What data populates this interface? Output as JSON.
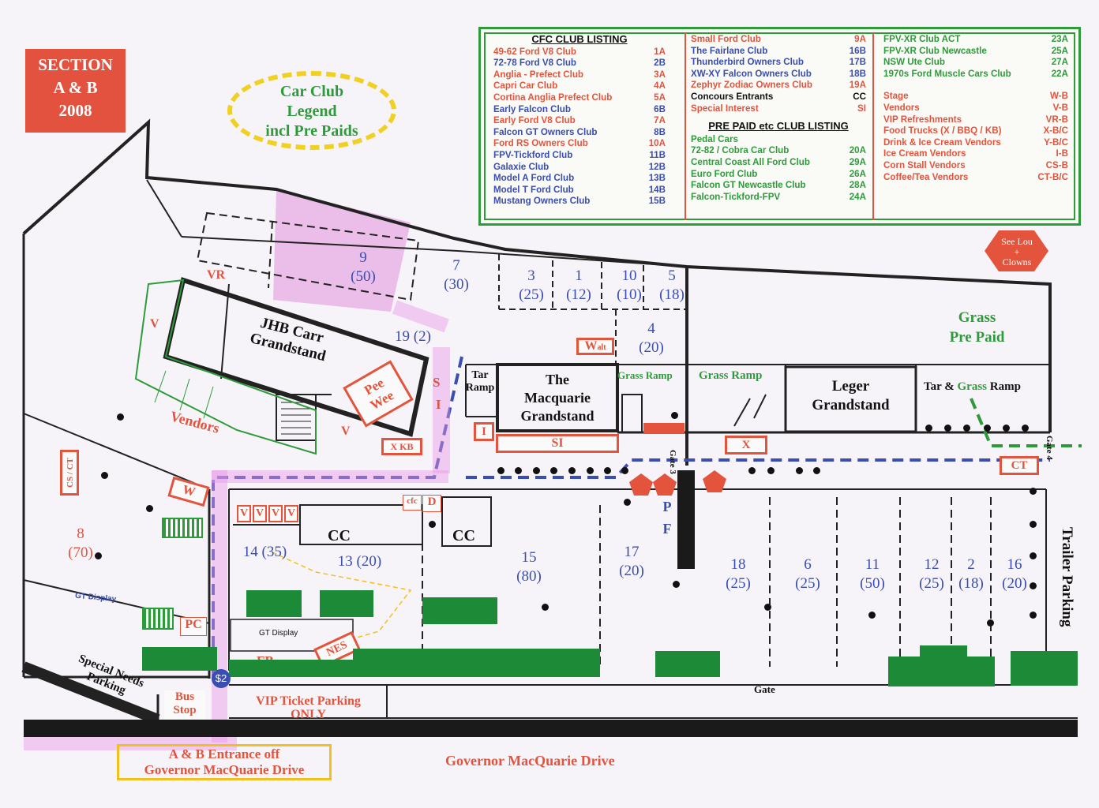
{
  "section_badge": {
    "line1": "SECTION",
    "line2": "A & B",
    "line3": "2008"
  },
  "club_legend": {
    "line1": "Car Club",
    "line2": "Legend",
    "line3": "incl Pre Paids"
  },
  "legend": {
    "cfc_header": "CFC CLUB LISTING",
    "cfc_clubs": [
      {
        "name": "49-62 Ford V8 Club",
        "code": "1A",
        "color": "red"
      },
      {
        "name": "72-78 Ford V8 Club",
        "code": "2B",
        "color": "blue"
      },
      {
        "name": "Anglia - Prefect Club",
        "code": "3A",
        "color": "red"
      },
      {
        "name": "Capri Car Club",
        "code": "4A",
        "color": "red"
      },
      {
        "name": "Cortina Anglia Prefect Club",
        "code": "5A",
        "color": "red"
      },
      {
        "name": "Early Falcon Club",
        "code": "6B",
        "color": "blue"
      },
      {
        "name": "Early Ford V8 Club",
        "code": "7A",
        "color": "red"
      },
      {
        "name": "Falcon GT Owners Club",
        "code": "8B",
        "color": "blue"
      },
      {
        "name": "Ford RS Owners Club",
        "code": "10A",
        "color": "red"
      },
      {
        "name": "FPV-Tickford Club",
        "code": "11B",
        "color": "blue"
      },
      {
        "name": "Galaxie Club",
        "code": "12B",
        "color": "blue"
      },
      {
        "name": "Model A Ford Club",
        "code": "13B",
        "color": "blue"
      },
      {
        "name": "Model T Ford Club",
        "code": "14B",
        "color": "blue"
      },
      {
        "name": "Mustang Owners Club",
        "code": "15B",
        "color": "blue"
      }
    ],
    "col2_clubs": [
      {
        "name": "Small Ford Club",
        "code": "9A",
        "color": "red"
      },
      {
        "name": "The Fairlane Club",
        "code": "16B",
        "color": "blue"
      },
      {
        "name": "Thunderbird Owners Club",
        "code": "17B",
        "color": "blue"
      },
      {
        "name": "XW-XY Falcon Owners Club",
        "code": "18B",
        "color": "blue"
      },
      {
        "name": "Zephyr Zodiac Owners Club",
        "code": "19A",
        "color": "red"
      },
      {
        "name": "Concours Entrants",
        "code": "CC",
        "color": "black"
      },
      {
        "name": "Special Interest",
        "code": "SI",
        "color": "red"
      }
    ],
    "prepaid_header": "PRE PAID etc CLUB LISTING",
    "prepaid_clubs": [
      {
        "name": "Pedal Cars",
        "code": "",
        "color": "green"
      },
      {
        "name": "72-82 / Cobra Car Club",
        "code": "20A",
        "color": "green"
      },
      {
        "name": "Central Coast All Ford Club",
        "code": "29A",
        "color": "green"
      },
      {
        "name": "Euro Ford Club",
        "code": "26A",
        "color": "green"
      },
      {
        "name": "Falcon GT Newcastle Club",
        "code": "28A",
        "color": "green"
      },
      {
        "name": "Falcon-Tickford-FPV",
        "code": "24A",
        "color": "green"
      }
    ],
    "col3_clubs": [
      {
        "name": "FPV-XR Club ACT",
        "code": "23A",
        "color": "green"
      },
      {
        "name": "FPV-XR Club Newcastle",
        "code": "25A",
        "color": "green"
      },
      {
        "name": "NSW Ute Club",
        "code": "27A",
        "color": "green"
      },
      {
        "name": "1970s Ford Muscle Cars Club",
        "code": "22A",
        "color": "green"
      }
    ],
    "facilities": [
      {
        "name": "Stage",
        "code": "W-B"
      },
      {
        "name": "Vendors",
        "code": "V-B"
      },
      {
        "name": "VIP Refreshments",
        "code": "VR-B"
      },
      {
        "name": "Food Trucks (X / BBQ / KB)",
        "code": "X-B/C"
      },
      {
        "name": "Drink & Ice Cream Vendors",
        "code": "Y-B/C"
      },
      {
        "name": "Ice Cream Vendors",
        "code": "I-B"
      },
      {
        "name": "Corn Stall Vendors",
        "code": "CS-B"
      },
      {
        "name": "Coffee/Tea Vendors",
        "code": "CT-B/C"
      }
    ]
  },
  "see_lou": {
    "line1": "See Lou",
    "line2": "+",
    "line3": "Clowns"
  },
  "grass": {
    "line1": "Grass",
    "line2": "Pre Paid"
  },
  "buildings": {
    "jhb": {
      "line1": "JHB Carr",
      "line2": "Grandstand"
    },
    "macquarie": {
      "line1": "The",
      "line2": "Macquarie",
      "line3": "Grandstand"
    },
    "leger": {
      "line1": "Leger",
      "line2": "Grandstand"
    },
    "pee_wee": {
      "line1": "Pee",
      "line2": "Wee"
    }
  },
  "lots": [
    {
      "num": "9",
      "cap": "(50)",
      "color": "blue"
    },
    {
      "num": "7",
      "cap": "(30)",
      "color": "blue"
    },
    {
      "num": "3",
      "cap": "(25)",
      "color": "blue"
    },
    {
      "num": "1",
      "cap": "(12)",
      "color": "blue"
    },
    {
      "num": "10",
      "cap": "(10)",
      "color": "blue"
    },
    {
      "num": "5",
      "cap": "(18)",
      "color": "blue"
    },
    {
      "num": "4",
      "cap": "(20)",
      "color": "blue"
    },
    {
      "num": "19 (2)",
      "cap": "",
      "color": "blue"
    },
    {
      "num": "8",
      "cap": "(70)",
      "color": "red"
    },
    {
      "num": "14 (35)",
      "cap": "",
      "color": "blue"
    },
    {
      "num": "13 (20)",
      "cap": "",
      "color": "blue"
    },
    {
      "num": "15",
      "cap": "(80)",
      "color": "blue"
    },
    {
      "num": "17",
      "cap": "(20)",
      "color": "blue"
    },
    {
      "num": "18",
      "cap": "(25)",
      "color": "blue"
    },
    {
      "num": "6",
      "cap": "(25)",
      "color": "blue"
    },
    {
      "num": "11",
      "cap": "(50)",
      "color": "blue"
    },
    {
      "num": "12",
      "cap": "(25)",
      "color": "blue"
    },
    {
      "num": "2",
      "cap": "(18)",
      "color": "blue"
    },
    {
      "num": "16",
      "cap": "(20)",
      "color": "blue"
    }
  ],
  "labels": {
    "vr": "VR",
    "v_left": "V",
    "v_bottom": "V",
    "vendors": "Vendors",
    "s": "S",
    "i": "I",
    "i_box": "I",
    "si_box": "SI",
    "xkb": "X KB",
    "w": "W",
    "w_alt": "W",
    "w_alt_sub": "alt",
    "tar_ramp": "Tar Ramp",
    "grass_ramp1": "Grass Ramp",
    "grass_ramp2": "Grass Ramp",
    "tar_grass_ramp_a": "Tar & ",
    "tar_grass_ramp_b": "Grass",
    "tar_grass_ramp_c": " Ramp",
    "x_box": "X",
    "ct_box": "CT",
    "gate3": "Gate 3",
    "gate4": "Gate 4",
    "cs_ct": "CS / CT",
    "vvvv": [
      "V",
      "V",
      "V",
      "V"
    ],
    "cfc": "cfc",
    "d": "D",
    "cc1": "CC",
    "cc2": "CC",
    "pf": "P F",
    "gt_display1": "GT Display",
    "gt_display2": "GT Display",
    "pc": "PC",
    "nes": "NES",
    "fb": "FB",
    "s2": "$2",
    "special_needs": "Special Needs Parking",
    "bus_stop": "Bus Stop",
    "vip_parking1": "VIP Ticket Parking",
    "vip_parking2": "ONLY",
    "gate": "Gate",
    "trailer_parking": "Trailer Parking",
    "entrance1": "A & B Entrance off",
    "entrance2": "Governor MacQuarie Drive",
    "road": "Governor MacQuarie Drive"
  }
}
